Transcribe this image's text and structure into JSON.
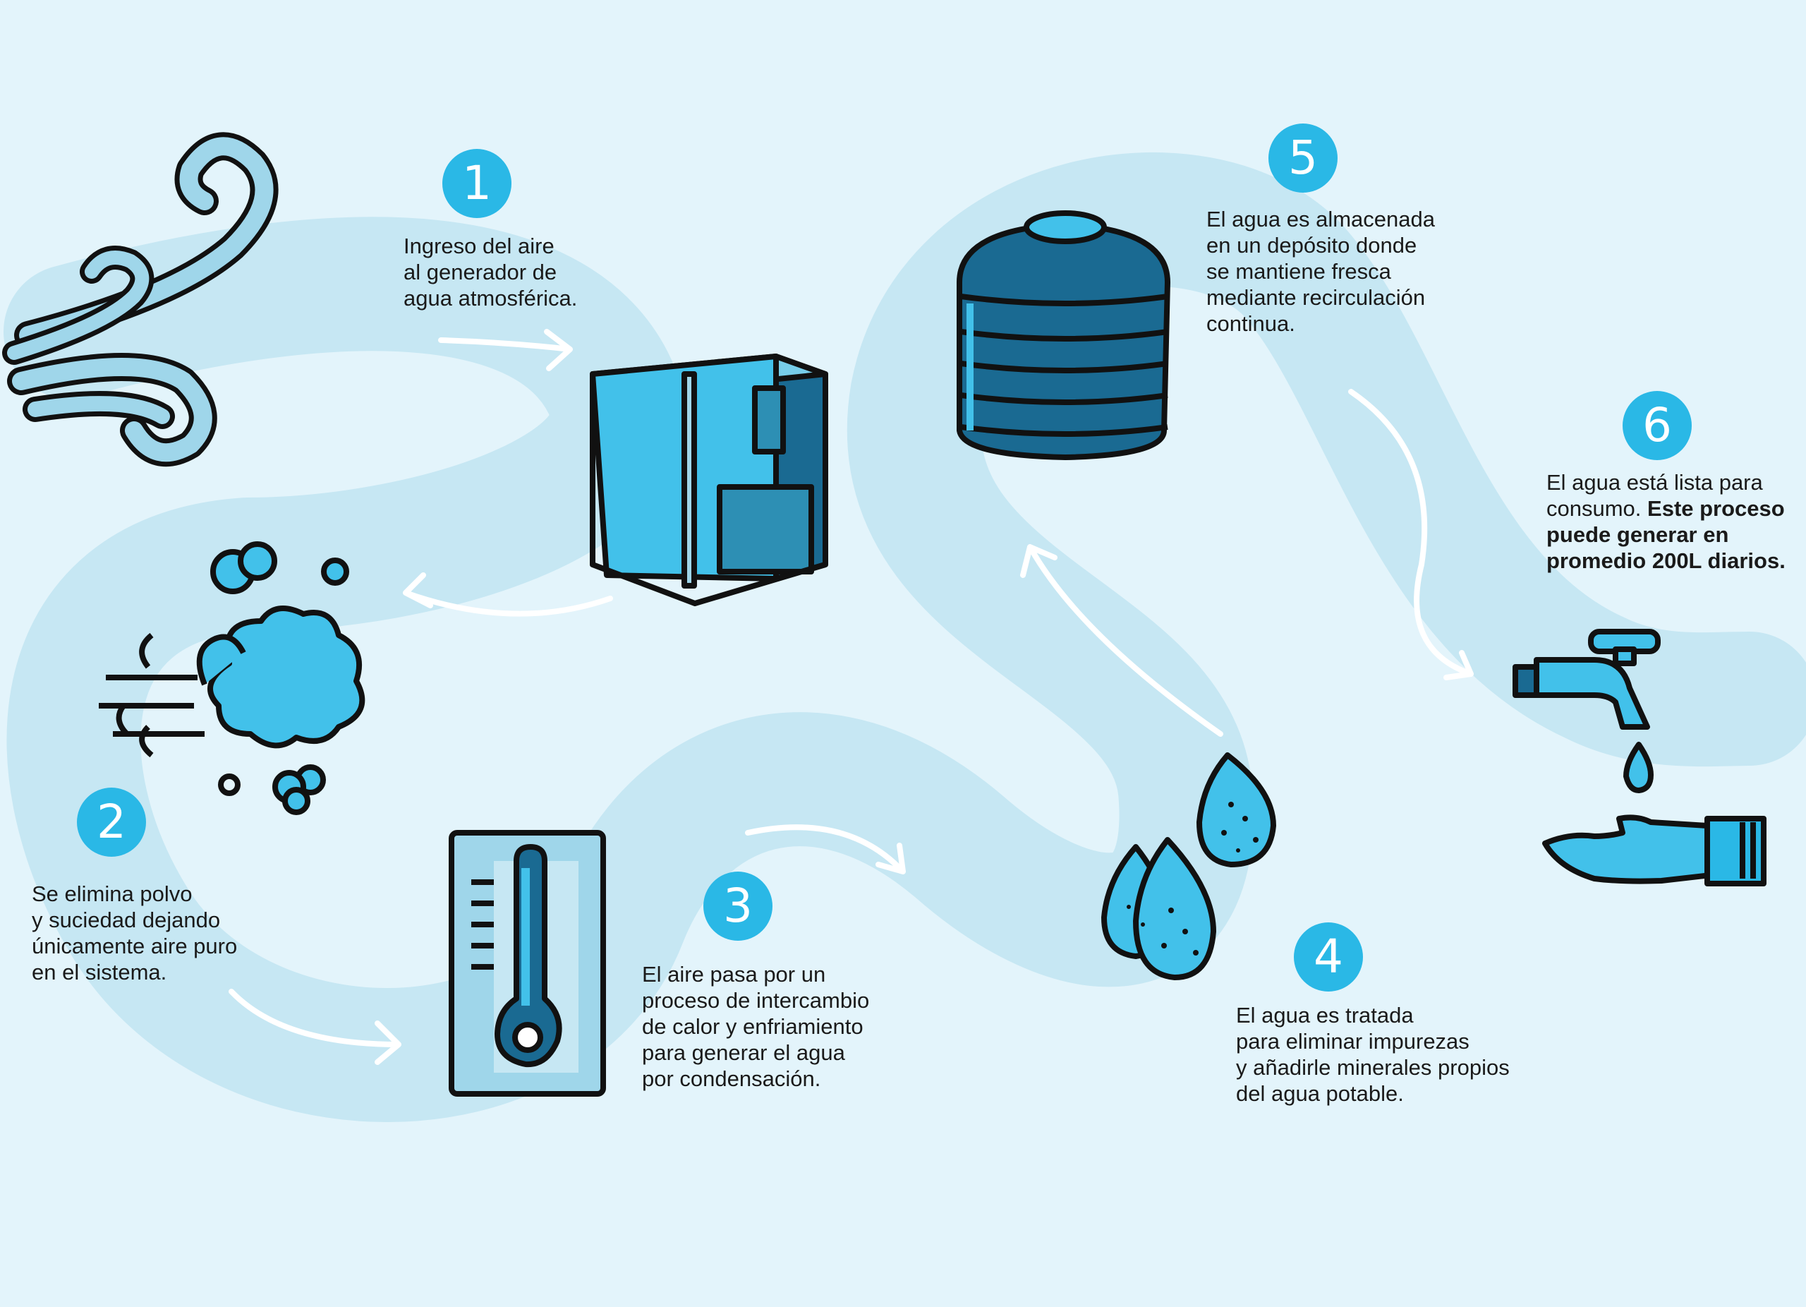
{
  "colors": {
    "background": "#e3f4fb",
    "path": "#c6e7f3",
    "badge": "#2ab8e6",
    "icon_light": "#42c1ea",
    "icon_dark": "#1a6a92",
    "outline": "#111111",
    "arrow": "#ffffff"
  },
  "steps": [
    {
      "number": "1",
      "icon": "atmospheric-water-generator-icon",
      "lines": [
        "Ingreso del aire",
        "al generador de",
        "agua atmosférica."
      ]
    },
    {
      "number": "2",
      "icon": "dust-cloud-icon",
      "lines": [
        "Se elimina polvo",
        "y suciedad dejando",
        "únicamente aire puro",
        "en el sistema."
      ]
    },
    {
      "number": "3",
      "icon": "thermometer-icon",
      "lines": [
        "El aire pasa por un",
        "proceso de intercambio",
        "de calor y enfriamiento",
        "para generar el agua",
        "por condensación."
      ]
    },
    {
      "number": "4",
      "icon": "water-drops-icon",
      "lines": [
        "El agua es tratada",
        "para eliminar impurezas",
        "y añadirle minerales propios",
        "del agua potable."
      ]
    },
    {
      "number": "5",
      "icon": "water-tank-icon",
      "lines": [
        "El agua es almacenada",
        "en un depósito donde",
        "se mantiene fresca",
        "mediante recirculación",
        "continua."
      ]
    },
    {
      "number": "6",
      "icon": "faucet-hand-icon",
      "line1": "El agua está lista para",
      "line2_normal": "consumo.",
      "line2_bold": "Este proceso",
      "line3_bold": "puede generar en",
      "line4_bold": "promedio 200L diarios."
    }
  ],
  "wind_icon": "wind-icon"
}
